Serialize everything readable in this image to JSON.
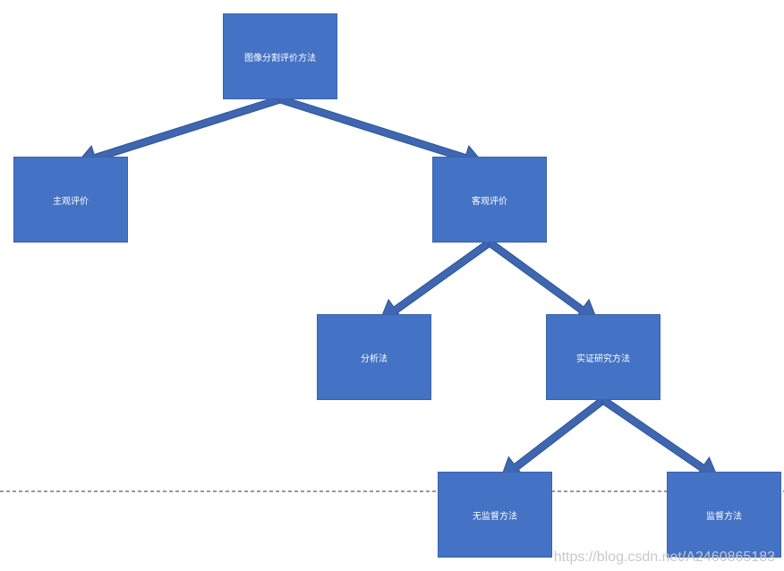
{
  "colors": {
    "node_fill": "#4472c4",
    "arrow_fill": "#3f66b0",
    "node_text": "#ffffff"
  },
  "nodes": {
    "root": "图像分割评价方法",
    "subjective": "主观评价",
    "objective": "客观评价",
    "analytical": "分析法",
    "empirical": "实证研究方法",
    "unsupervised": "无监督方法",
    "supervised": "监督方法"
  },
  "edges": [
    {
      "from": "root",
      "to": "subjective"
    },
    {
      "from": "root",
      "to": "objective"
    },
    {
      "from": "objective",
      "to": "analytical"
    },
    {
      "from": "objective",
      "to": "empirical"
    },
    {
      "from": "empirical",
      "to": "unsupervised"
    },
    {
      "from": "empirical",
      "to": "supervised"
    }
  ],
  "watermark": "https://blog.csdn.net/A2460865183"
}
